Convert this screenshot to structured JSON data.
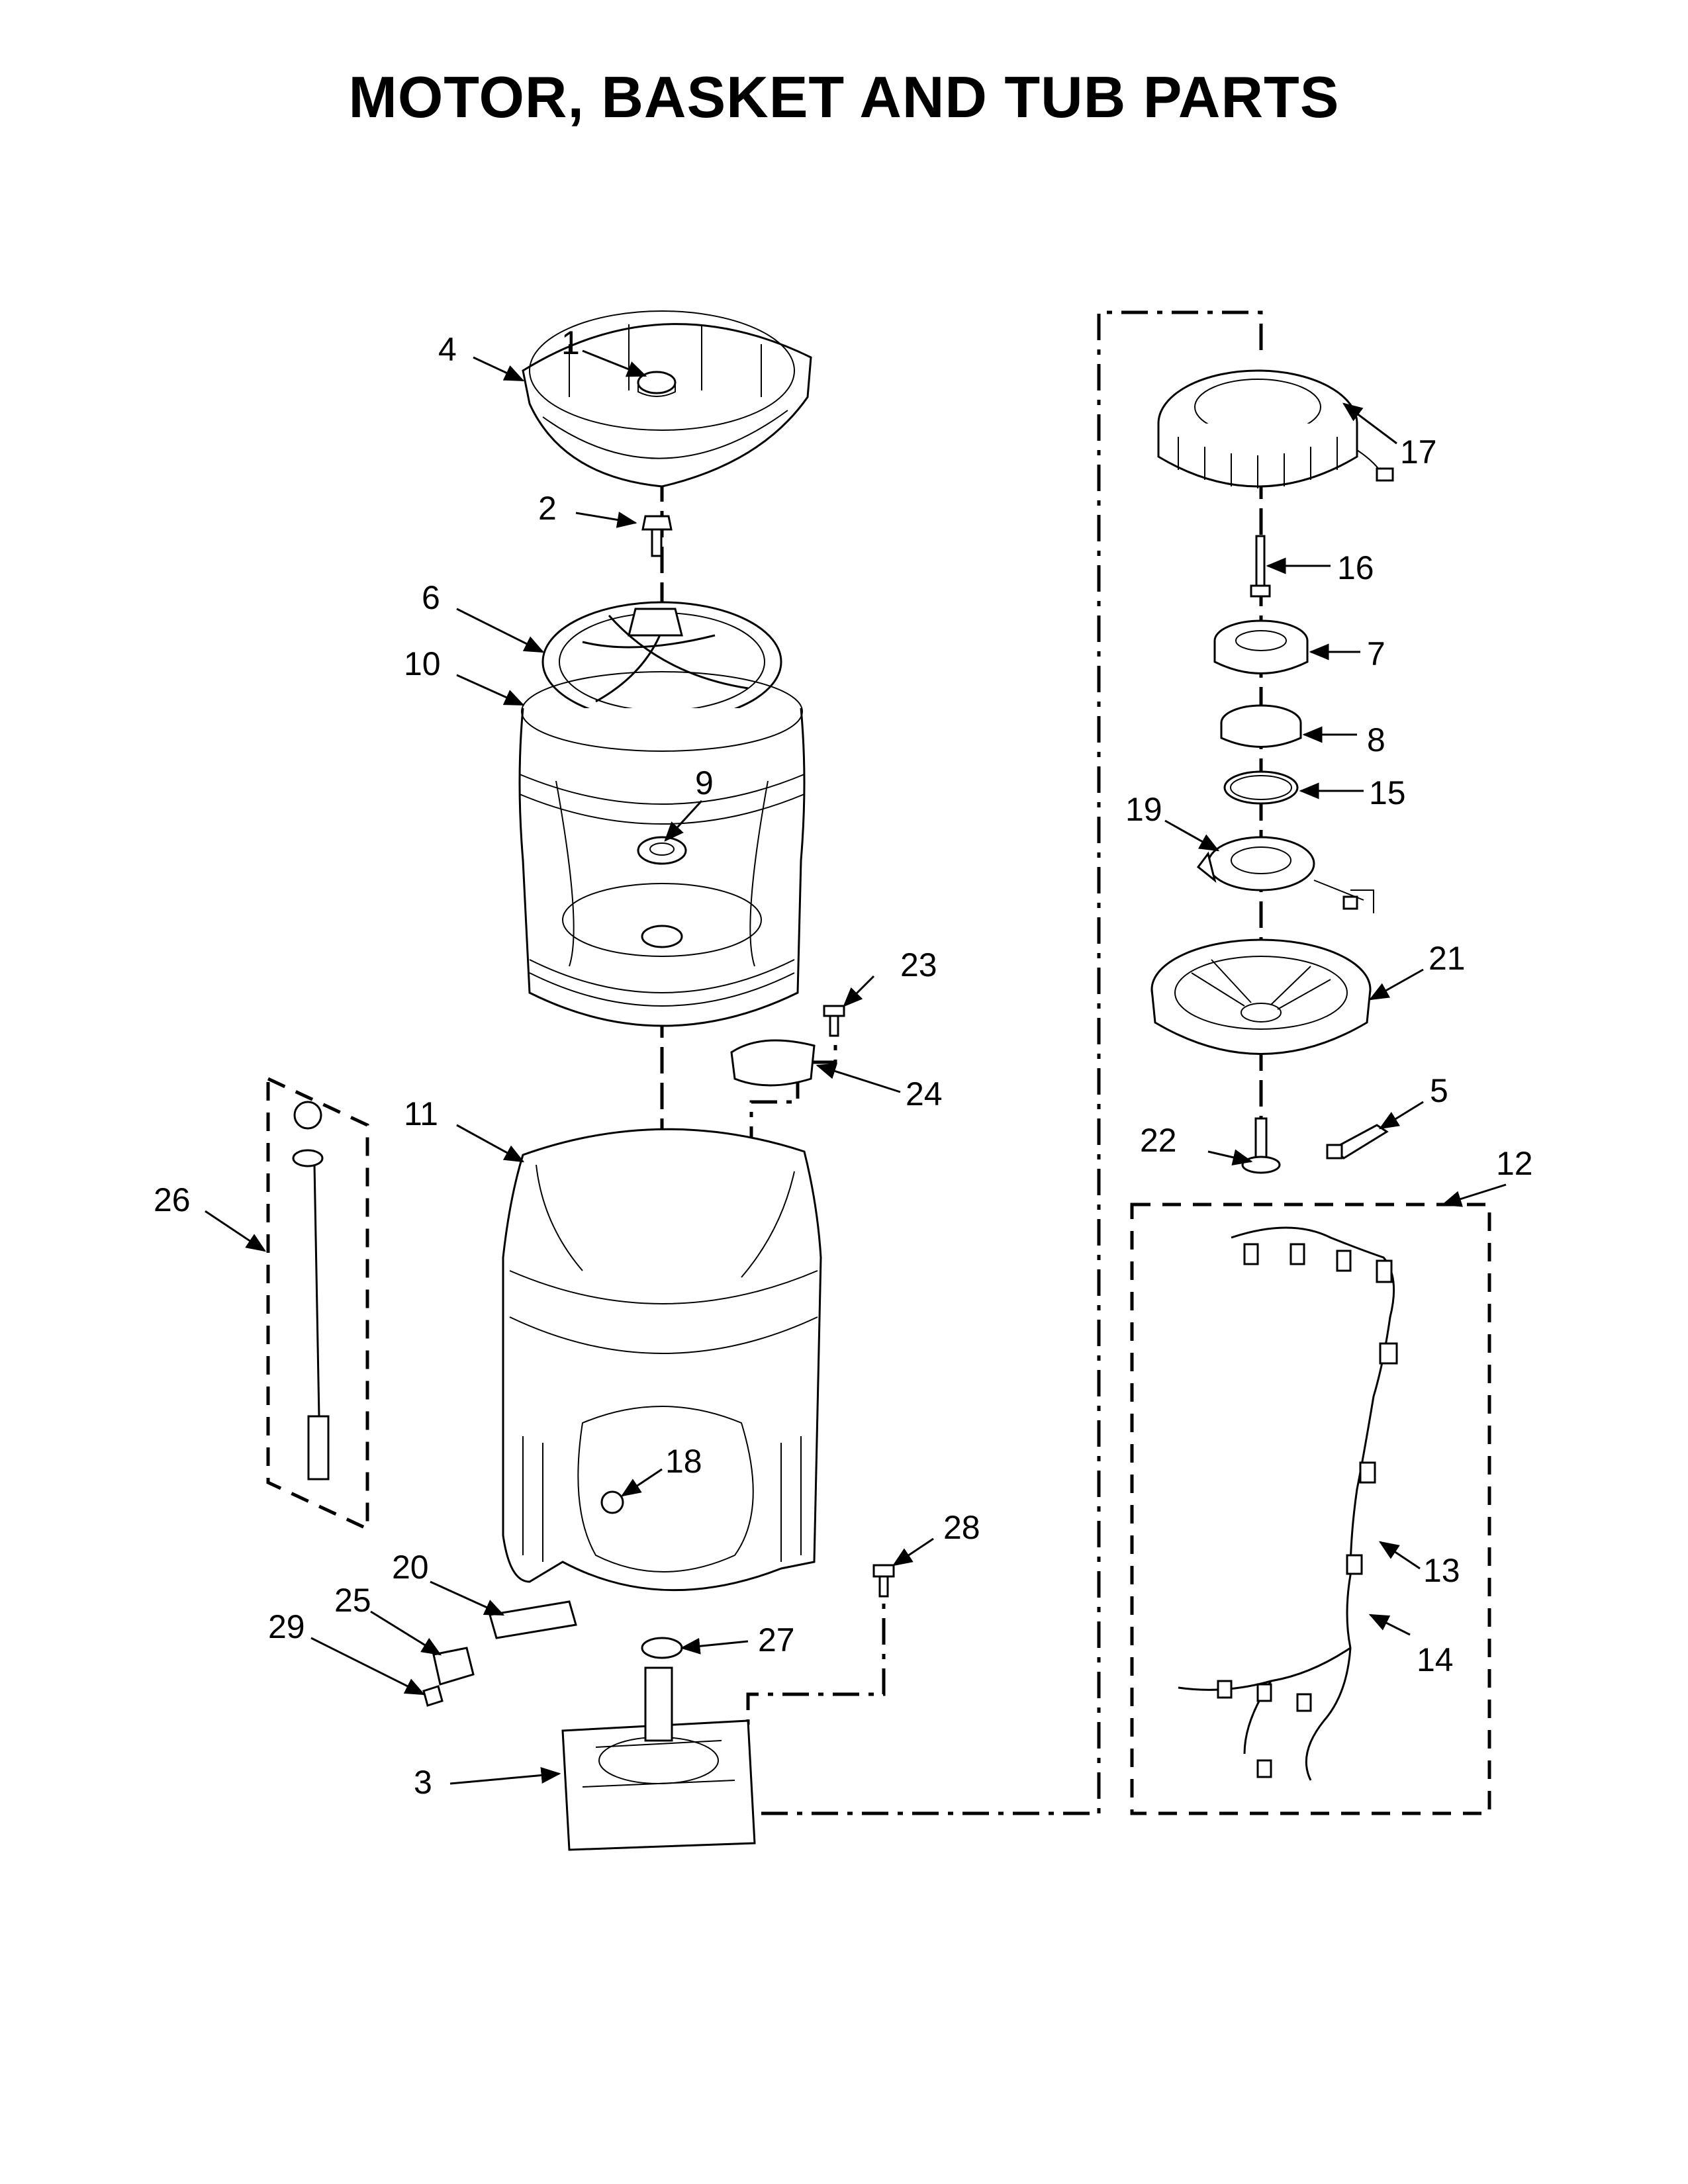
{
  "title": "MOTOR, BASKET AND TUB PARTS",
  "callouts": {
    "c1": "1",
    "c2": "2",
    "c3": "3",
    "c4": "4",
    "c5": "5",
    "c6": "6",
    "c7": "7",
    "c8": "8",
    "c9": "9",
    "c10": "10",
    "c11": "11",
    "c12": "12",
    "c13": "13",
    "c14": "14",
    "c15": "15",
    "c16": "16",
    "c17": "17",
    "c18": "18",
    "c19": "19",
    "c20": "20",
    "c21": "21",
    "c22": "22",
    "c23": "23",
    "c24": "24",
    "c25": "25",
    "c26": "26",
    "c27": "27",
    "c28": "28",
    "c29": "29"
  }
}
